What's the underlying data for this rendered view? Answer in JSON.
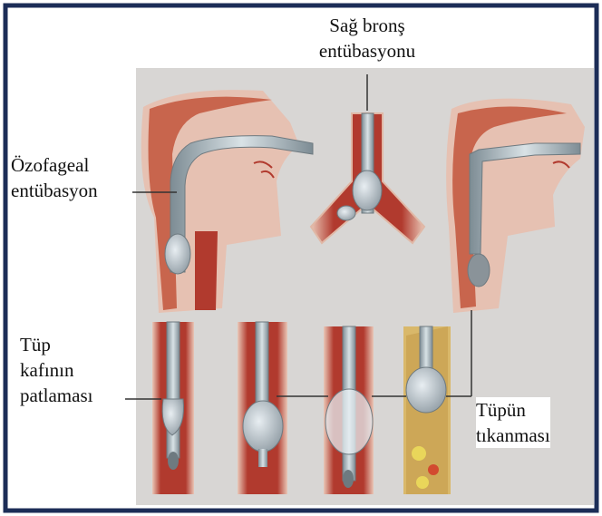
{
  "labels": {
    "right_bronchus_line1": "Sağ bronş",
    "right_bronchus_line2": "entübasyonu",
    "esophageal_line1": "Özofageal",
    "esophageal_line2": "entübasyon",
    "cuff_rupture_line1": "Tüp",
    "cuff_rupture_line2": "kafının",
    "cuff_rupture_line3": "patlaması",
    "obstruction_line1": "Tüpün",
    "obstruction_line2": "tıkanması"
  },
  "colors": {
    "frame_border": "#1c2d57",
    "background_panel": "#dcdcdc",
    "tissue_red": "#b6352e",
    "tissue_pink": "#d88c7a",
    "tube_gray": "#9aa8b0",
    "leader_line": "#333333"
  }
}
